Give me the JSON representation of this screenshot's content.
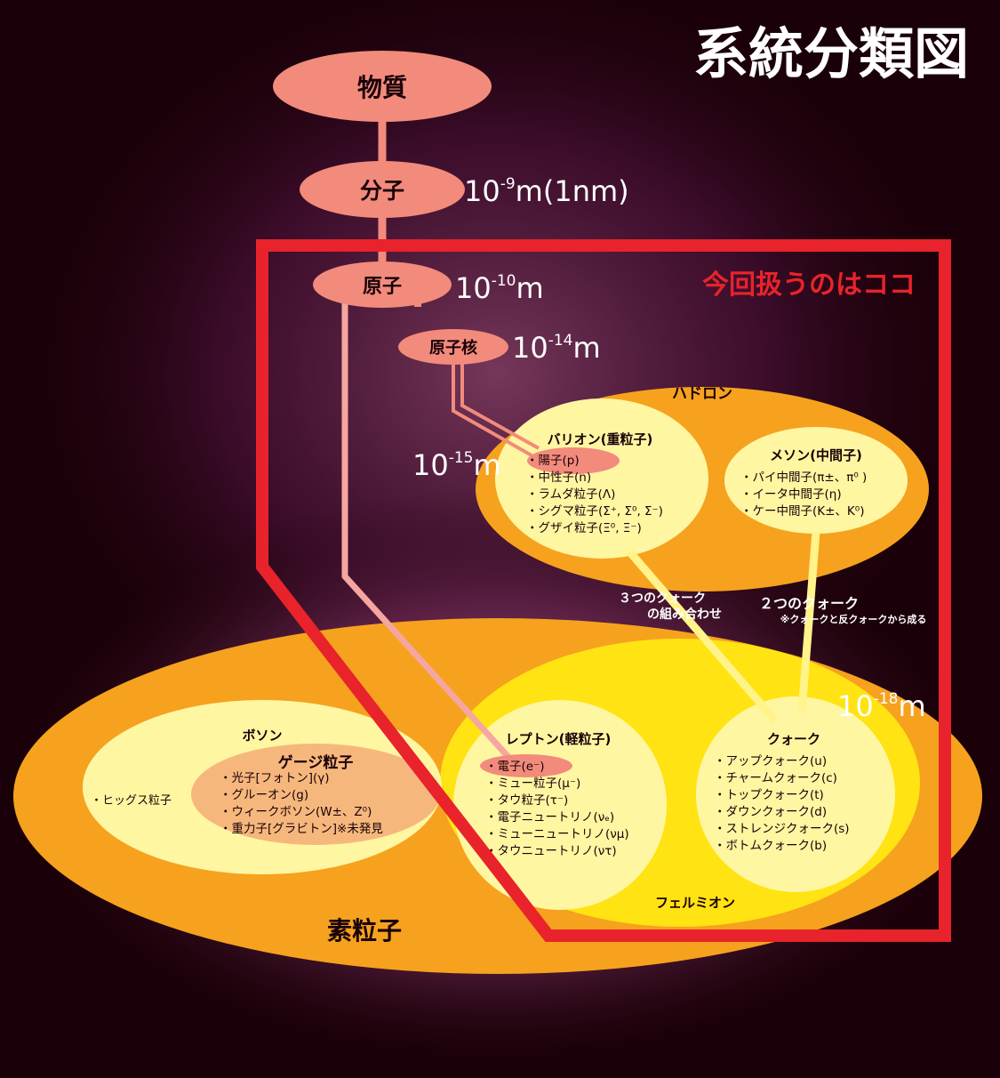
{
  "title": "系統分類図",
  "highlight_label": "今回扱うのはココ",
  "nodes": {
    "matter": "物質",
    "molecule": "分子",
    "atom": "原子",
    "nucleus": "原子核"
  },
  "scales": {
    "molecule": {
      "base": "10",
      "exp": "-9",
      "unit": "m(1nm)"
    },
    "atom": {
      "base": "10",
      "exp": "-10",
      "unit": "m"
    },
    "nucleus": {
      "base": "10",
      "exp": "-14",
      "unit": "m"
    },
    "hadron_level": {
      "base": "10",
      "exp": "-15",
      "unit": "m"
    },
    "quark_level": {
      "base": "10",
      "exp": "-18",
      "unit": "m"
    }
  },
  "hadron": {
    "label": "ハドロン",
    "baryon": {
      "title": "バリオン(重粒子)",
      "items": [
        "・陽子(p)",
        "・中性子(n)",
        "・ラムダ粒子(Λ)",
        "・シグマ粒子(Σ⁺, Σ⁰, Σ⁻)",
        "・グザイ粒子(Ξ⁰, Ξ⁻)"
      ]
    },
    "meson": {
      "title": "メソン(中間子)",
      "items": [
        "・パイ中間子(π±、π⁰ )",
        "・イータ中間子(η)",
        "・ケー中間子(K±、K⁰)"
      ]
    }
  },
  "links": {
    "three_quarks_1": "３つのクォーク",
    "three_quarks_2": "の組み合わせ",
    "two_quarks": "２つのクォーク",
    "two_quarks_note": "※クォークと反クォークから成る"
  },
  "elementary": {
    "label": "素粒子",
    "boson": {
      "label": "ボソン",
      "higgs": "・ヒッグス粒子",
      "gauge": {
        "title": "ゲージ粒子",
        "items": [
          "・光子[フォトン](γ)",
          "・グルーオン(g)",
          "・ウィークボソン(W±、Z⁰)",
          "・重力子[グラビトン]※未発見"
        ]
      }
    },
    "fermion": {
      "label": "フェルミオン",
      "lepton": {
        "title": "レプトン(軽粒子)",
        "items": [
          "・電子(e⁻)",
          "・ミュー粒子(μ⁻)",
          "・タウ粒子(τ⁻)",
          "・電子ニュートリノ(νₑ)",
          "・ミューニュートリノ(νμ)",
          "・タウニュートリノ(ντ)"
        ]
      },
      "quark": {
        "title": "クォーク",
        "items": [
          "・アップクォーク(u)",
          "・チャームクォーク(c)",
          "・トップクォーク(t)",
          "・ダウンクォーク(d)",
          "・ストレンジクォーク(s)",
          "・ボトムクォーク(b)"
        ]
      }
    }
  },
  "colors": {
    "background": "#1a0008",
    "node_pink": "#f28b7c",
    "highlight_red": "#e8232b",
    "orange": "#f6a21e",
    "pale_yellow": "#fff6a2",
    "yellow": "#ffe312",
    "light_yellow_line": "#fff38a",
    "gauge_fill": "#f6b77d"
  }
}
